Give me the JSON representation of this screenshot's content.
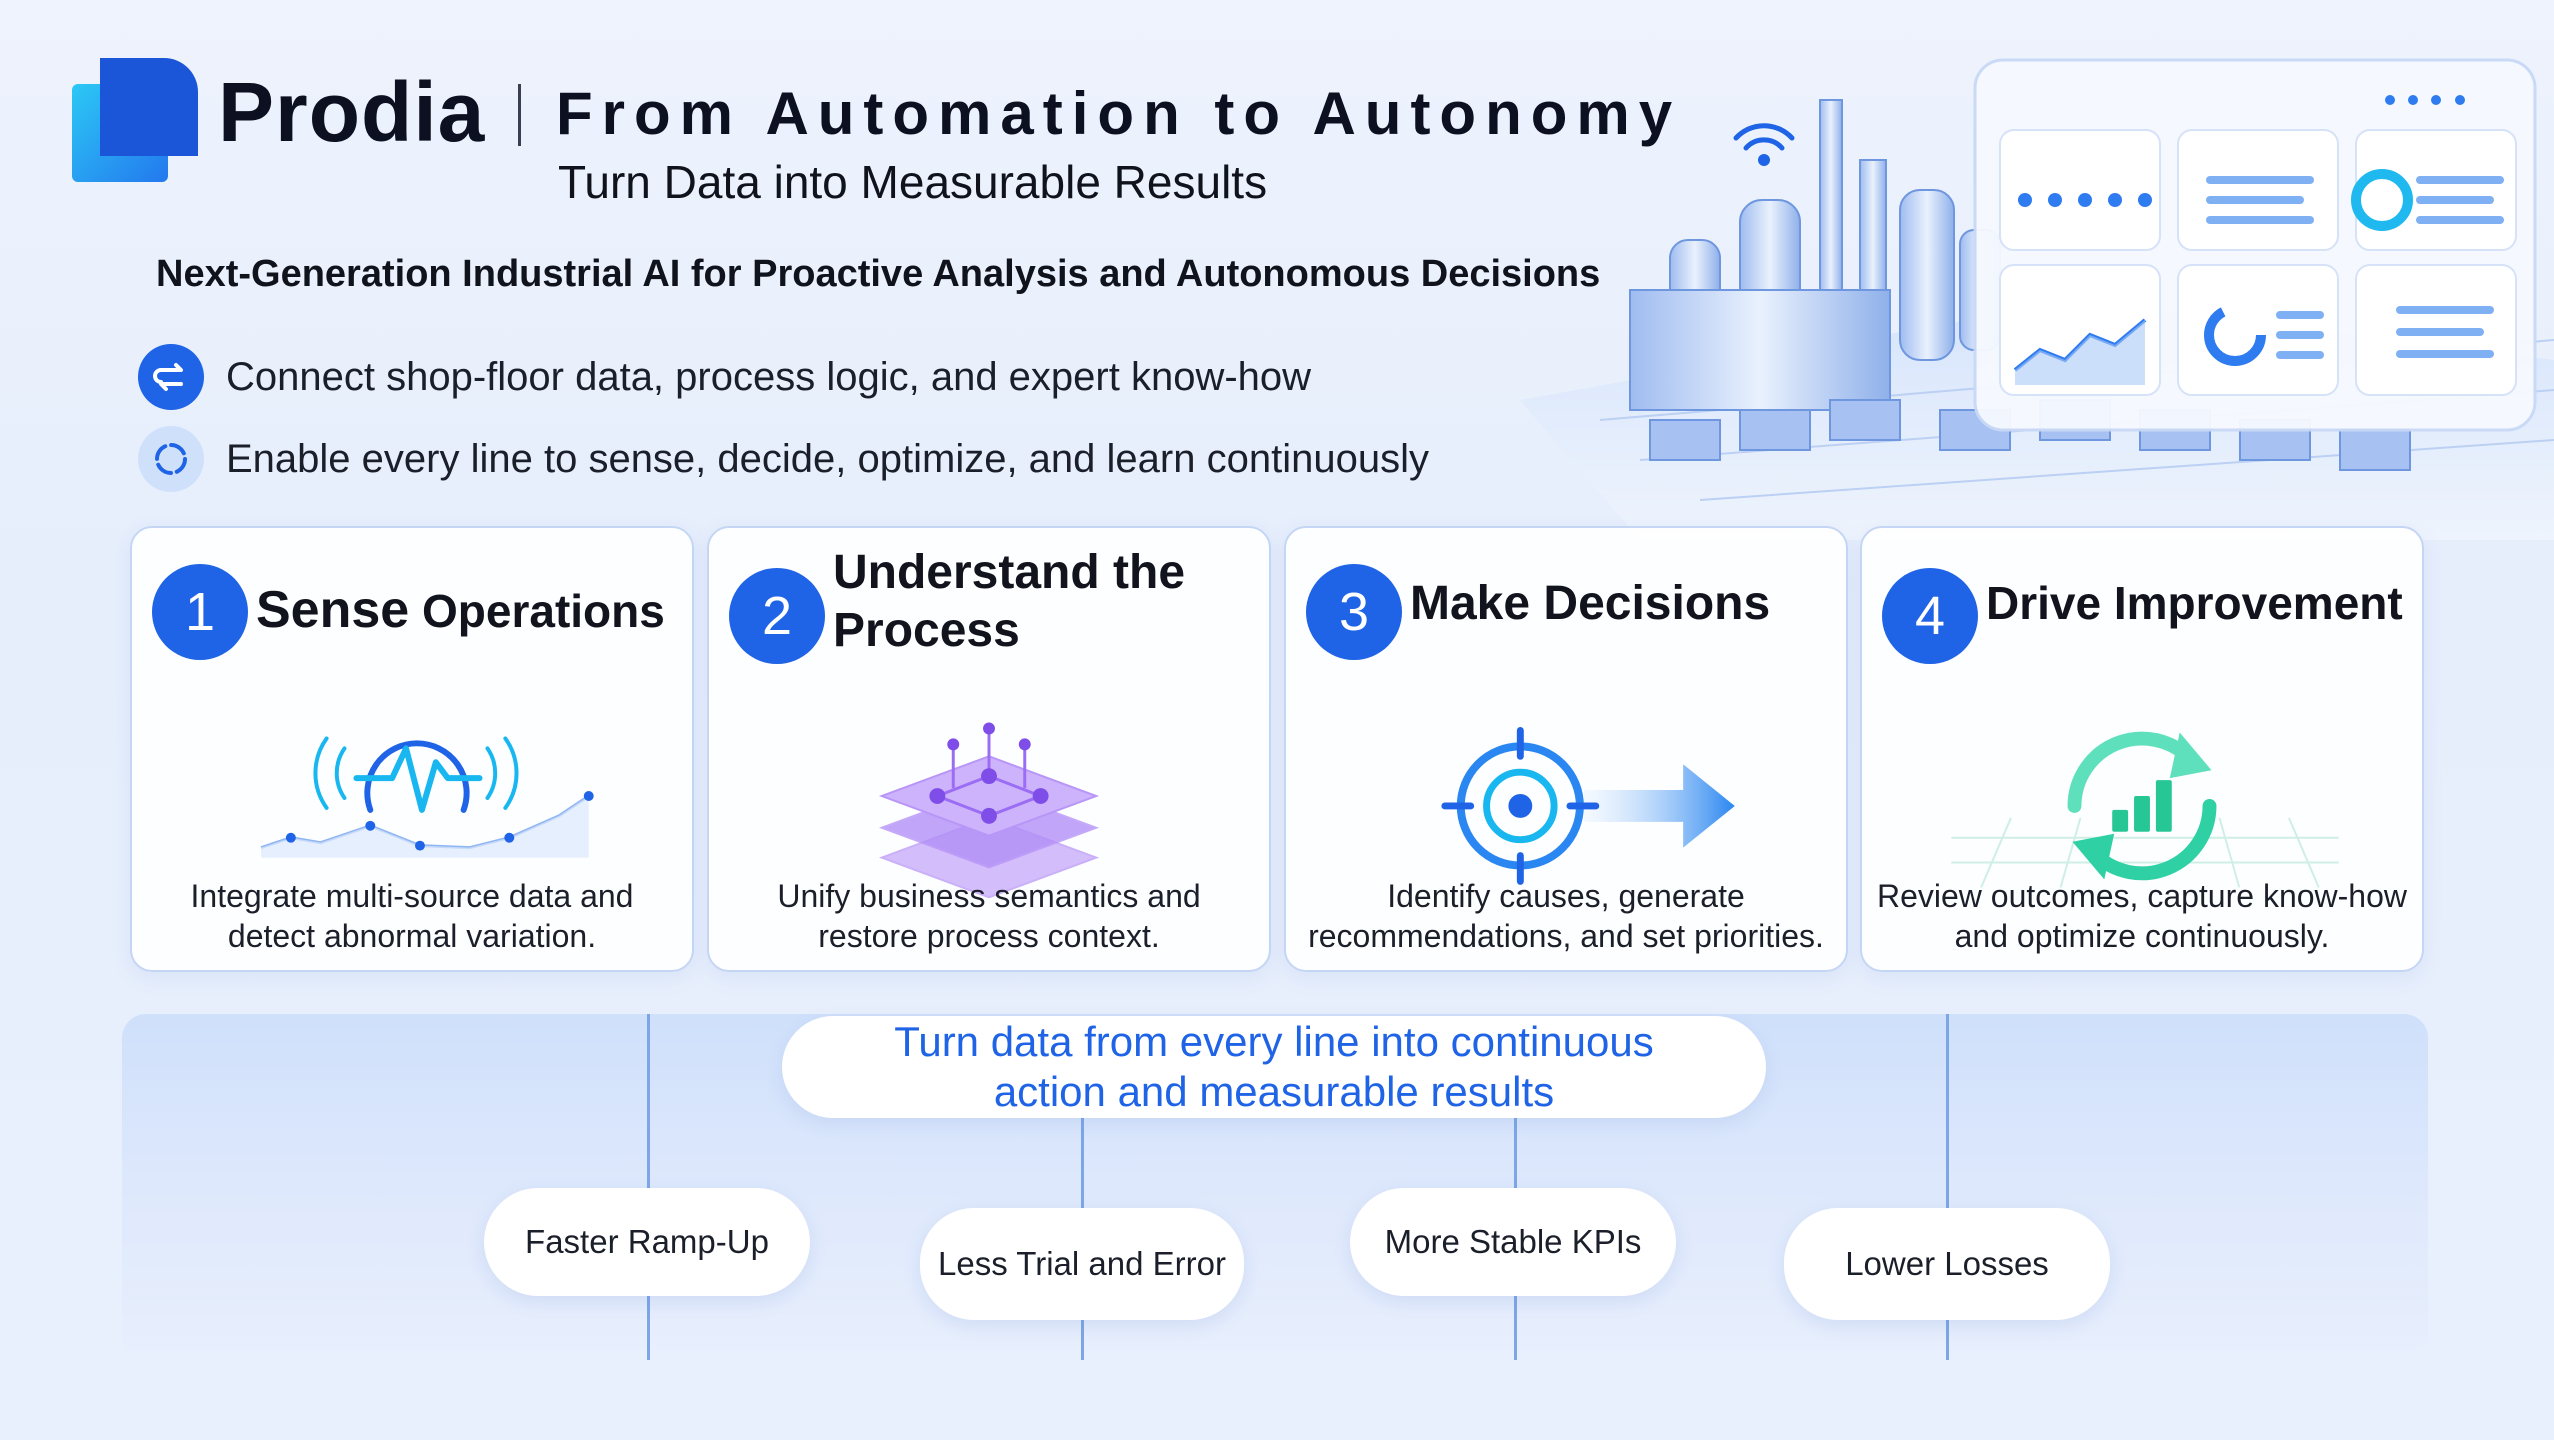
{
  "header": {
    "brand": "Prodia",
    "title": "From Automation to Autonomy",
    "subtitle": "Turn Data into Measurable Results",
    "tagline": "Next-Generation Industrial AI for Proactive Analysis and Autonomous Decisions"
  },
  "bullets": [
    {
      "icon": "sync-arrows-icon",
      "text": "Connect shop-floor data, process logic, and expert know-how"
    },
    {
      "icon": "cycle-icon",
      "text": "Enable every line to sense, decide, optimize, and learn continuously"
    }
  ],
  "steps": [
    {
      "number": "1",
      "title_main": "Sense",
      "title_rest": " Operations",
      "icon": "pulse-wave-icon",
      "desc_line1": "Integrate multi-source data and",
      "desc_line2": "detect abnormal variation."
    },
    {
      "number": "2",
      "title_line1": "Understand the",
      "title_line2": "Process",
      "icon": "layered-graph-icon",
      "desc_line1": "Unify business semantics and",
      "desc_line2": "restore process context."
    },
    {
      "number": "3",
      "title": "Make Decisions",
      "icon": "target-arrow-icon",
      "desc_line1": "Identify causes, generate",
      "desc_line2": "recommendations, and set priorities."
    },
    {
      "number": "4",
      "title": "Drive Improvement",
      "icon": "improvement-cycle-icon",
      "desc_line1": "Review outcomes, capture know-how",
      "desc_line2": "and optimize continuously."
    }
  ],
  "band": {
    "headline_line1": "Turn data from every line into continuous",
    "headline_line2": "action and measurable results",
    "outcomes": [
      "Faster Ramp-Up",
      "Less Trial and Error",
      "More Stable KPIs",
      "Lower Losses"
    ]
  },
  "colors": {
    "accent": "#1f63e6",
    "teal": "#2fd1a4",
    "purple": "#9b6cf4",
    "cyan": "#18b7f0"
  }
}
